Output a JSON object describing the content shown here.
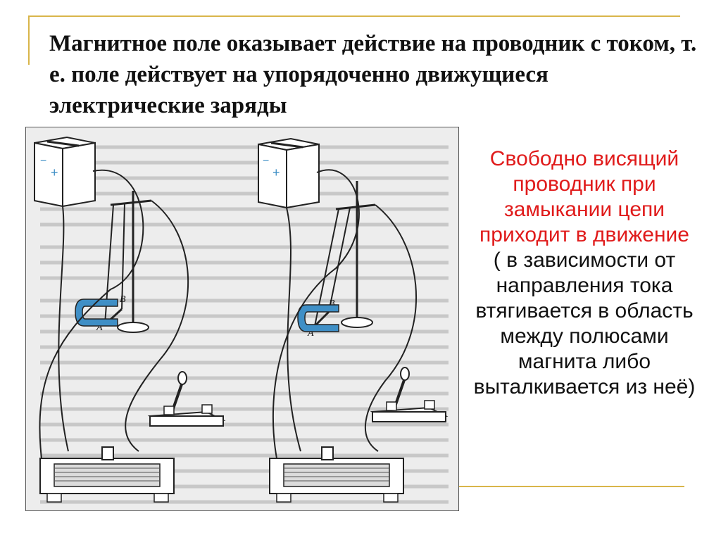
{
  "slide": {
    "title": "Магнитное поле оказывает действие на проводник с током, т. е. поле действует на упорядоченно движущиеся электрические заряды",
    "side_text_red": "Свободно висящий проводник при замыкании цепи приходит в движение",
    "side_text_black": "( в зависимости от направления тока втягивается в область между полюсами магнита либо выталкивается из неё)"
  },
  "figure": {
    "left_setup": {
      "plus_label": "+",
      "minus_label": "−",
      "label_a": "A",
      "label_b": "B"
    },
    "right_setup": {
      "plus_label": "+",
      "minus_label": "−",
      "label_a": "A",
      "label_b": "B"
    }
  },
  "colors": {
    "accent_red": "#e01b1b",
    "decor_gold": "#d9b54a",
    "magnet_blue": "#3f8fc6"
  }
}
